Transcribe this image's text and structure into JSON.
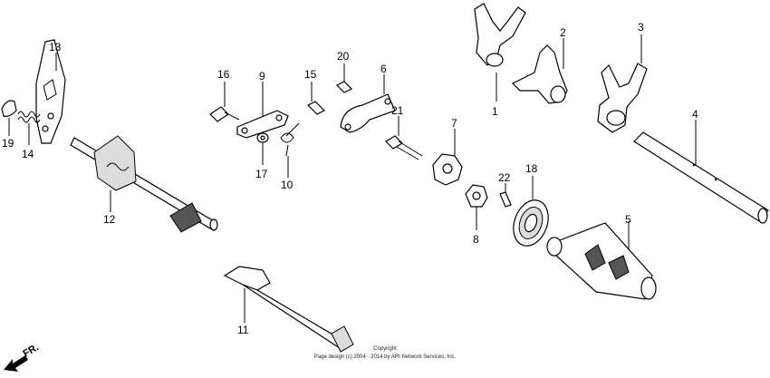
{
  "callouts": [
    "1",
    "2",
    "3",
    "4",
    "5",
    "6",
    "7",
    "8",
    "9",
    "10",
    "11",
    "12",
    "13",
    "14",
    "15",
    "16",
    "17",
    "18",
    "19",
    "20",
    "21",
    "22"
  ],
  "front_label": "FR.",
  "copyright": {
    "line1": "Copyright",
    "line2": "Page design (c) 2004 - 2014 by ARI Network Services, Inc."
  }
}
